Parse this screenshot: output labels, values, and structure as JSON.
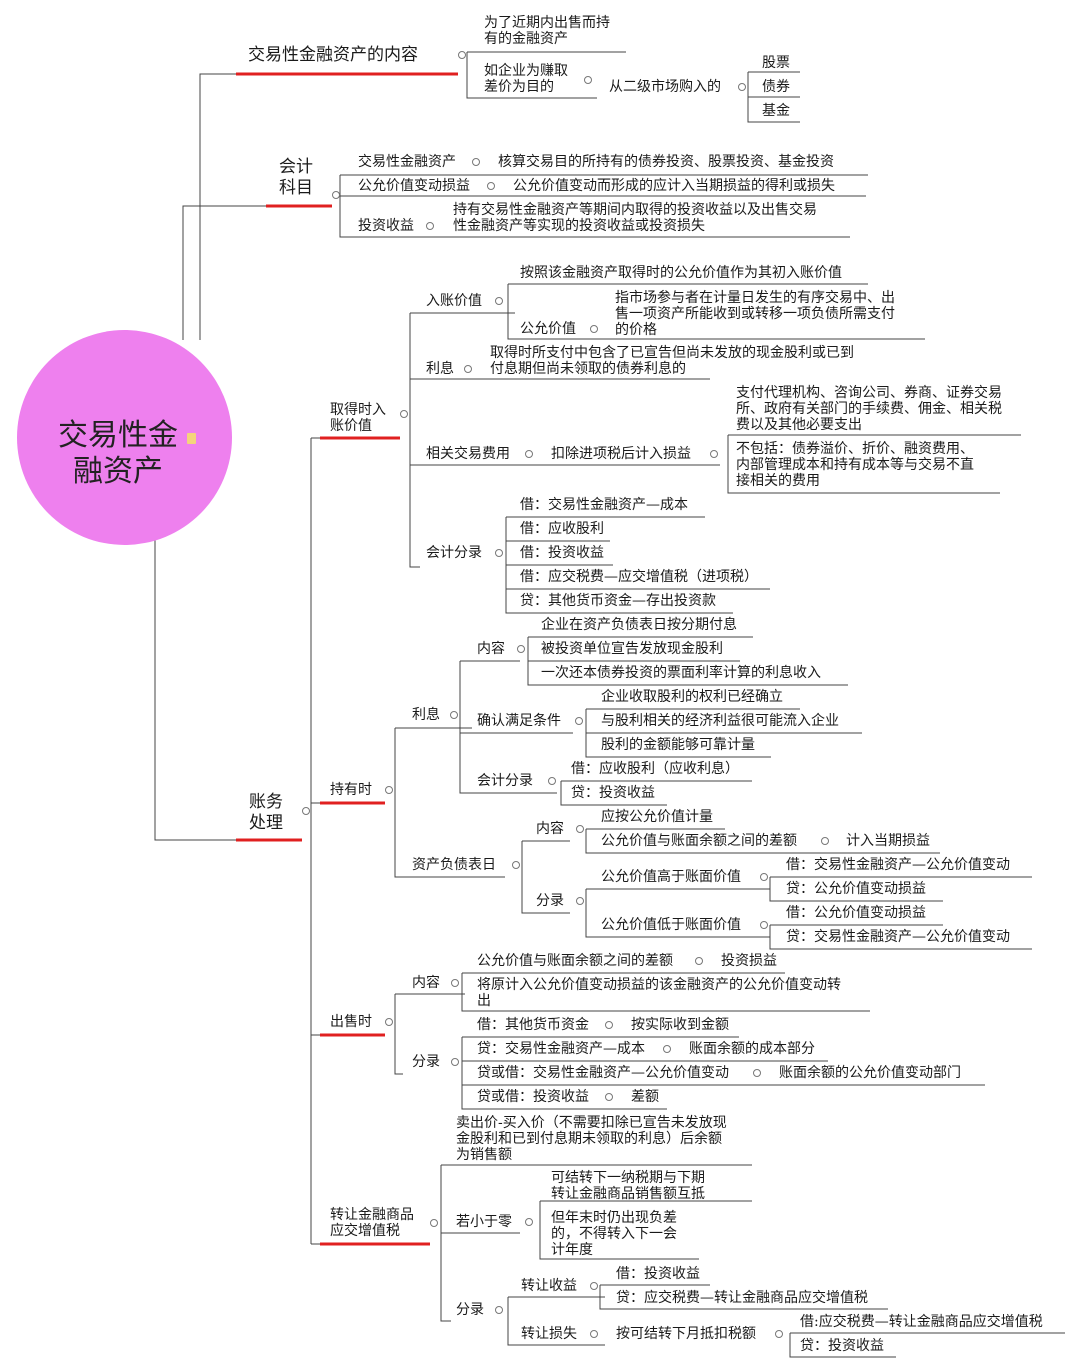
{
  "root": {
    "title": "交易性金\n融资产"
  },
  "colors": {
    "root_fill": "#ee80ee",
    "main_underline": "#e02020",
    "line": "#333333"
  },
  "s1": {
    "title": "交易性金融资产的内容",
    "a": "为了近期内出售而持\n有的金融资产",
    "b": "如企业为赚取\n差价为目的",
    "b1": "从二级市场购入的",
    "stocks": "股票",
    "bonds": "债券",
    "funds": "基金"
  },
  "s2": {
    "title": "会计\n科目",
    "r1": "交易性金融资产",
    "r1d": "核算交易目的所持有的债券投资、股票投资、基金投资",
    "r2": "公允价值变动损益",
    "r2d": "公允价值变动而形成的应计入当期损益的得利或损失",
    "r3": "投资收益",
    "r3d": "持有交易性金融资产等期间内取得的投资收益以及出售交易\n性金融资产等实现的投资收益或投资损失"
  },
  "s3": {
    "title": "账务\n处理",
    "acq": {
      "title": "取得时入\n账价值",
      "entry": "入账价值",
      "entry1": "按照该金融资产取得时的公允价值作为其初入账价值",
      "fv": "公允价值",
      "fvd": "指市场参与者在计量日发生的有序交易中、出\n售一项资产所能收到或转移一项负债所需支付\n的价格",
      "interest": "利息",
      "interestd": "取得时所支付中包含了已宣告但尚未发放的现金股利或已到\n付息期但尚未领取的债券利息的",
      "fee": "相关交易费用",
      "fee1": "扣除进项税后计入损益",
      "fee1a": "支付代理机构、咨询公司、券商、证券交易\n所、政府有关部门的手续费、佣金、相关税\n费以及其他必要支出",
      "fee1b": "不包括：债券溢价、折价、融资费用、\n内部管理成本和持有成本等与交易不直\n接相关的费用",
      "entries": "会计分录",
      "e1": "借：交易性金融资产—成本",
      "e2": "借：应收股利",
      "e3": "借：投资收益",
      "e4": "借：应交税费—应交增值税（进项税）",
      "e5": "贷：其他货币资金—存出投资款"
    },
    "hold": {
      "title": "持有时",
      "interest": "利息",
      "content": "内容",
      "c1": "企业在资产负债表日按分期付息",
      "c2": "被投资单位宣告发放现金股利",
      "c3": "一次还本债券投资的票面利率计算的利息收入",
      "cond": "确认满足条件",
      "k1": "企业收取股利的权利已经确立",
      "k2": "与股利相关的经济利益很可能流入企业",
      "k3": "股利的金额能够可靠计量",
      "je": "会计分录",
      "je1": "借：应收股利（应收利息）",
      "je2": "贷：投资收益",
      "bs": "资产负债表日",
      "bsc": "内容",
      "bsc1": "应按公允价值计量",
      "bsc2": "公允价值与账面余额之间的差额",
      "bsc2a": "计入当期损益",
      "bse": "分录",
      "hi": "公允价值高于账面价值",
      "hi1": "借：交易性金融资产—公允价值变动",
      "hi2": "贷：公允价值变动损益",
      "lo": "公允价值低于账面价值",
      "lo1": "借：公允价值变动损益",
      "lo2": "贷：交易性金融资产—公允价值变动"
    },
    "sale": {
      "title": "出售时",
      "content": "内容",
      "c1": "公允价值与账面余额之间的差额",
      "c1a": "投资损益",
      "c2": "将原计入公允价值变动损益的该金融资产的公允价值变动转\n出",
      "je": "分录",
      "j1": "借：其他货币资金",
      "j1a": "按实际收到金额",
      "j2": "贷：交易性金融资产—成本",
      "j2a": "账面余额的成本部分",
      "j3": "贷或借：交易性金融资产—公允价值变动",
      "j3a": "账面余额的公允价值变动部门",
      "j4": "贷或借：投资收益",
      "j4a": "差额"
    },
    "vat": {
      "title": "转让金融商品\n应交增值税",
      "top": "卖出价-买入价（不需要扣除已宣告未发放现\n金股利和已到付息期未领取的利息）后余额\n为销售额",
      "neg": "若小于零",
      "n1": "可结转下一纳税期与下期\n转让金融商品销售额互抵",
      "n2": "但年末时仍出现负差\n的，不得转入下一会\n计年度",
      "je": "分录",
      "gain": "转让收益",
      "g1": "借：投资收益",
      "g2": "贷：应交税费—转让金融商品应交增值税",
      "loss": "转让损失",
      "l1": "按可结转下月抵扣税额",
      "l1a": "借:应交税费—转让金融商品应交增值税",
      "l1b": "贷：投资收益"
    }
  }
}
